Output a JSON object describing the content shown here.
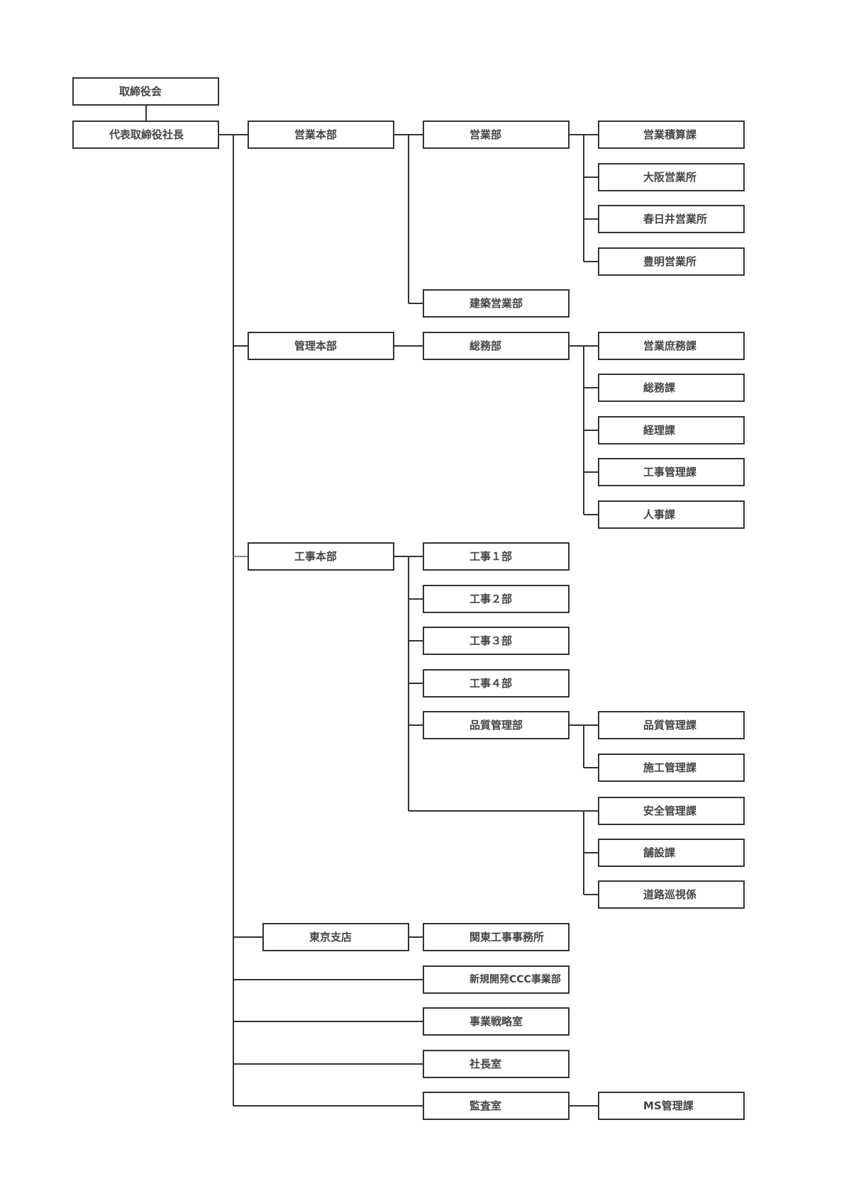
{
  "nodes": {
    "board": "取締役会",
    "president": "代表取締役社長",
    "sales_hq": "営業本部",
    "sales_dept": "営業部",
    "sales_estimate": "営業積算課",
    "osaka_office": "大阪営業所",
    "kasugai_office": "春日井営業所",
    "toyoake_office": "豊明営業所",
    "construction_sales": "建築営業部",
    "admin_hq": "管理本部",
    "general_affairs_dept": "総務部",
    "sales_general_affairs": "営業庶務課",
    "general_affairs_section": "総務課",
    "accounting_section": "経理課",
    "works_admin_section": "工事管理課",
    "hr_section": "人事課",
    "works_hq": "工事本部",
    "works_1": "工事１部",
    "works_2": "工事２部",
    "works_3": "工事３部",
    "works_4": "工事４部",
    "qa_dept": "品質管理部",
    "qa_section": "品質管理課",
    "construction_mgmt_section": "施工管理課",
    "safety_section": "安全管理課",
    "paving_section": "舗設課",
    "road_patrol": "道路巡視係",
    "tokyo_branch": "東京支店",
    "kanto_office": "関東工事事務所",
    "new_business": "新規開発CCC事業部",
    "strategy_office": "事業戦略室",
    "president_office": "社長室",
    "audit_office": "監査室",
    "ms_section": "MS管理課"
  }
}
